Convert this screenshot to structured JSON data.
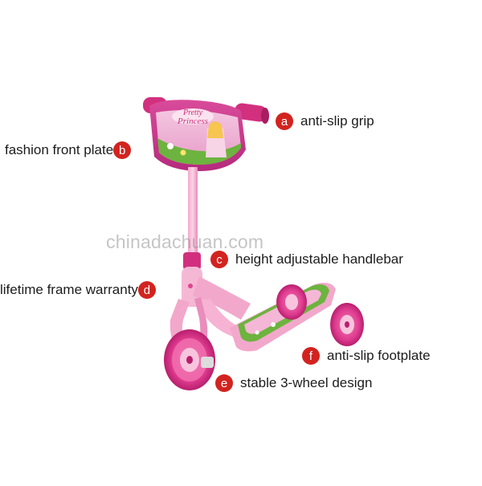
{
  "watermark": "chinadachuan.com",
  "front_plate_text": [
    "Pretty",
    "Princess"
  ],
  "colors": {
    "badge": "#d2231f",
    "scooter_pink": "#e0468e",
    "scooter_light_pink": "#f7b3d3",
    "deck_green": "#6db33f"
  },
  "callouts": {
    "a": {
      "letter": "a",
      "text": "anti-slip grip"
    },
    "b": {
      "letter": "b",
      "text": "fashion front plate"
    },
    "c": {
      "letter": "c",
      "text": "height adjustable handlebar"
    },
    "d": {
      "letter": "d",
      "text": "lifetime frame warranty"
    },
    "e": {
      "letter": "e",
      "text": "stable 3-wheel design"
    },
    "f": {
      "letter": "f",
      "text": "anti-slip footplate"
    }
  }
}
